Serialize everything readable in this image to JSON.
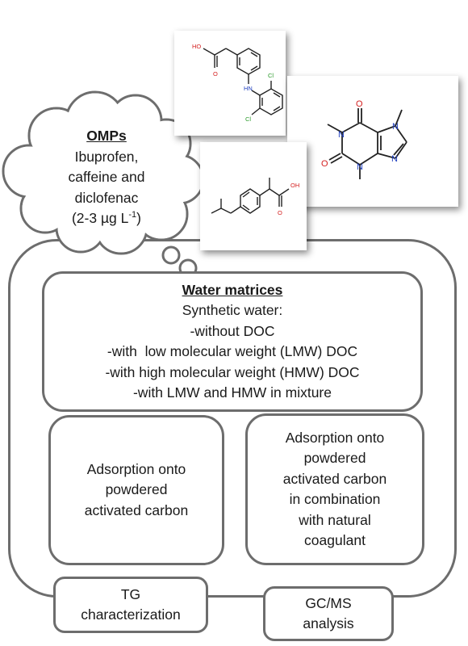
{
  "omps": {
    "title": "OMPs",
    "lines": [
      "Ibuprofen,",
      "caffeine and",
      "diclofenac"
    ],
    "conc_prefix": "(2-3 µg L",
    "conc_sup": "-1",
    "conc_suffix": ")"
  },
  "water": {
    "title": "Water matrices",
    "lines": [
      "Synthetic water:",
      "-without DOC",
      "-with  low molecular weight (LMW) DOC",
      "-with high molecular weight (HMW) DOC",
      "-with LMW and HMW in mixture"
    ]
  },
  "pac": {
    "lines": [
      "Adsorption onto",
      "powdered",
      "activated carbon"
    ]
  },
  "pac_coag": {
    "lines": [
      "Adsorption onto",
      "powdered",
      "activated carbon",
      "in combination",
      "with natural",
      "coagulant"
    ]
  },
  "tg": {
    "lines": [
      "TG",
      "characterization"
    ]
  },
  "gcms": {
    "lines": [
      "GC/MS",
      "analysis"
    ]
  },
  "molecules": {
    "diclofenac": {
      "oh": "HO",
      "o": "O",
      "nh": "HN",
      "cl_top": "Cl",
      "cl_bottom": "Cl"
    },
    "caffeine": {
      "o_top": "O",
      "o_left": "O",
      "n1": "N",
      "n3": "N",
      "n7": "N",
      "n9": "N"
    },
    "ibuprofen": {
      "oh": "OH",
      "o": "O"
    }
  }
}
